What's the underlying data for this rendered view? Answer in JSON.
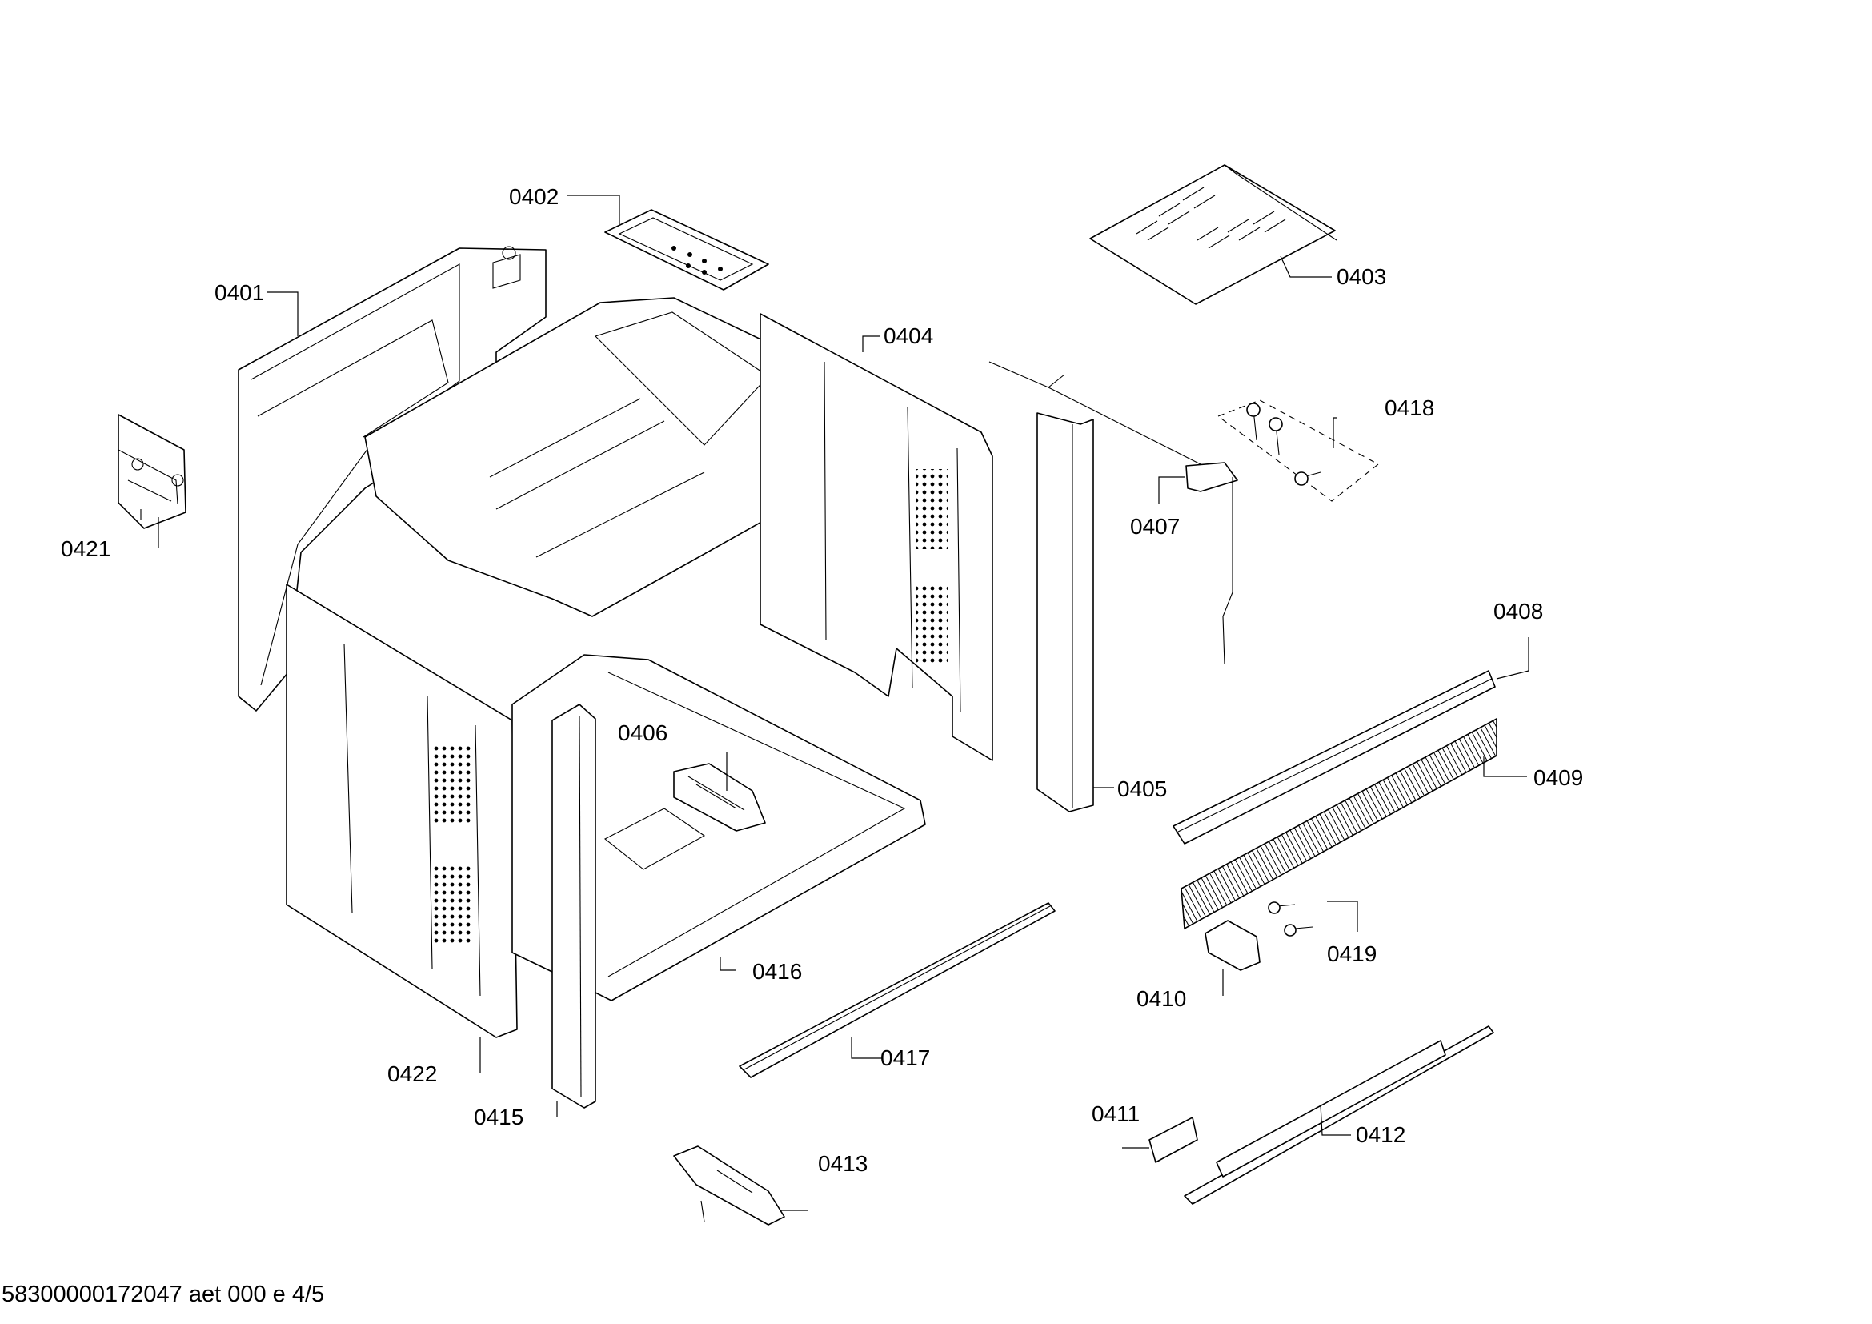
{
  "drawing": {
    "footer_text": "58300000172047 aet 000 e 4/5",
    "callouts": {
      "p0401": "0401",
      "p0402": "0402",
      "p0403": "0403",
      "p0404": "0404",
      "p0405": "0405",
      "p0406": "0406",
      "p0407": "0407",
      "p0408": "0408",
      "p0409": "0409",
      "p0410": "0410",
      "p0411": "0411",
      "p0412": "0412",
      "p0413": "0413",
      "p0415": "0415",
      "p0416": "0416",
      "p0417": "0417",
      "p0418": "0418",
      "p0419": "0419",
      "p0421": "0421",
      "p0422": "0422"
    }
  }
}
